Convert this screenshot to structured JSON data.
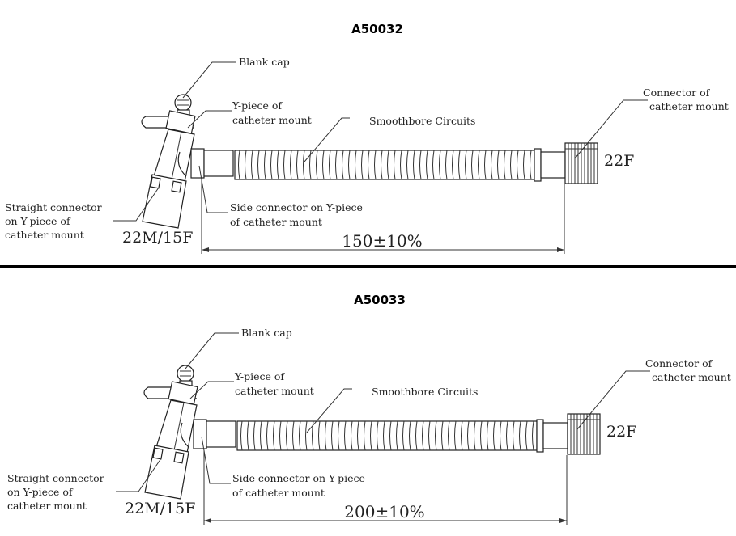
{
  "diagrams": [
    {
      "title": "A50032",
      "labels": {
        "blank_cap": "Blank cap",
        "y_piece": [
          "Y-piece of",
          "catheter mount"
        ],
        "smoothbore": "Smoothbore Circuits",
        "connector": [
          "Connector of",
          "catheter mount"
        ],
        "connector_size": "22F",
        "straight": [
          "Straight connector",
          "on Y-piece of",
          "catheter mount"
        ],
        "straight_size": "22M/15F",
        "side": [
          "Side connector on Y-piece",
          "of catheter mount"
        ],
        "length": "150±10%"
      }
    },
    {
      "title": "A50033",
      "labels": {
        "blank_cap": "Blank cap",
        "y_piece": [
          "Y-piece of",
          "catheter mount"
        ],
        "smoothbore": "Smoothbore Circuits",
        "connector": [
          "Connector of",
          "catheter mount"
        ],
        "connector_size": "22F",
        "straight": [
          "Straight connector",
          "on Y-piece of",
          "catheter mount"
        ],
        "straight_size": "22M/15F",
        "side": [
          "Side connector on Y-piece",
          "of catheter mount"
        ],
        "length": "200±10%"
      }
    }
  ],
  "separator_color": "#000000"
}
